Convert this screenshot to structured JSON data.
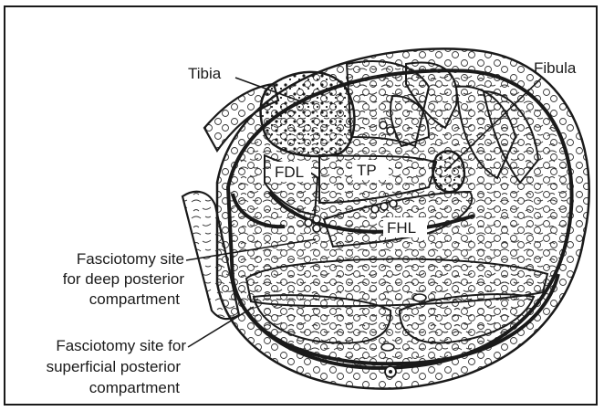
{
  "labels": {
    "tibia": "Tibia",
    "fibula": "Fibula",
    "fdl": "FDL",
    "tp": "TP",
    "fhl": "FHL",
    "deep_line1": "Fasciotomy site",
    "deep_line2": "for deep posterior",
    "deep_line3": "compartment",
    "superficial_line1": "Fasciotomy site for",
    "superficial_line2": "superficial posterior",
    "superficial_line3": "compartment"
  }
}
